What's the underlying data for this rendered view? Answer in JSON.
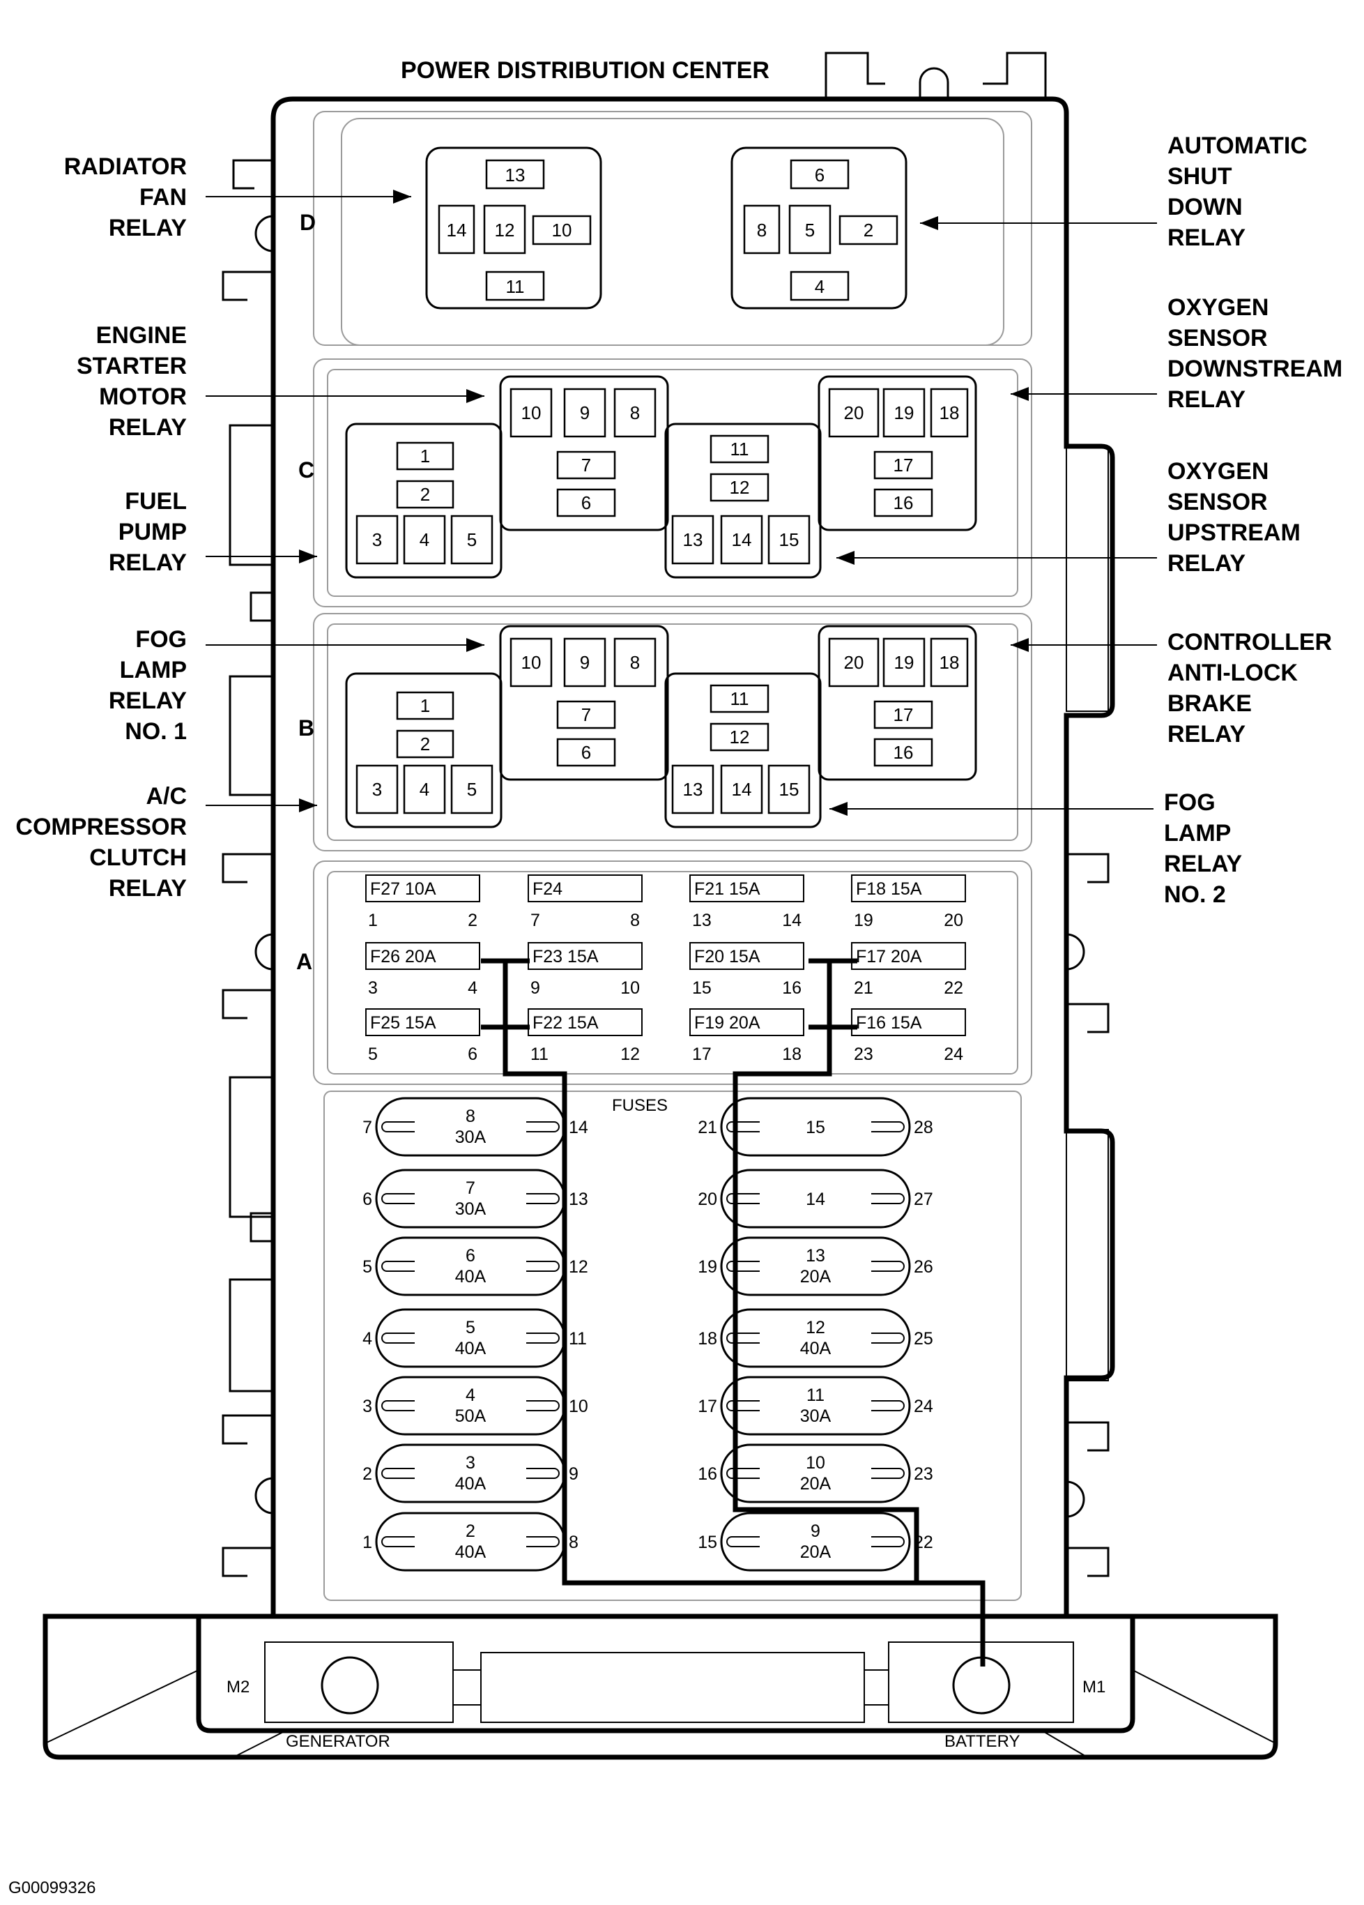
{
  "title": "POWER DISTRIBUTION CENTER",
  "figure_id": "G00099326",
  "sections": {
    "D": "D",
    "C": "C",
    "B": "B",
    "A": "A"
  },
  "relay_labels": {
    "radiator_fan": [
      "RADIATOR",
      "FAN",
      "RELAY"
    ],
    "asd": [
      "AUTOMATIC",
      "SHUT",
      "DOWN",
      "RELAY"
    ],
    "starter": [
      "ENGINE",
      "STARTER",
      "MOTOR",
      "RELAY"
    ],
    "o2_down": [
      "OXYGEN",
      "SENSOR",
      "DOWNSTREAM",
      "RELAY"
    ],
    "fuel_pump": [
      "FUEL",
      "PUMP",
      "RELAY"
    ],
    "o2_up": [
      "OXYGEN",
      "SENSOR",
      "UPSTREAM",
      "RELAY"
    ],
    "fog1": [
      "FOG",
      "LAMP",
      "RELAY",
      "NO. 1"
    ],
    "abs": [
      "CONTROLLER",
      "ANTI-LOCK",
      "BRAKE",
      "RELAY"
    ],
    "ac": [
      "A/C",
      "COMPRESSOR",
      "CLUTCH",
      "RELAY"
    ],
    "fog2": [
      "FOG",
      "LAMP",
      "RELAY",
      "NO. 2"
    ]
  },
  "relay_d_left": {
    "top": "13",
    "left": "14",
    "center": "12",
    "right": "10",
    "bottom": "11"
  },
  "relay_d_right": {
    "top": "6",
    "left": "8",
    "center": "5",
    "right": "2",
    "bottom": "4"
  },
  "relay_cells": {
    "r1": [
      "1",
      "2",
      "3",
      "4",
      "5"
    ],
    "r2": [
      "10",
      "9",
      "8",
      "7",
      "6"
    ],
    "r3": [
      "11",
      "12",
      "13",
      "14",
      "15"
    ],
    "r4": [
      "20",
      "19",
      "18",
      "17",
      "16"
    ]
  },
  "mini_fuses": [
    {
      "label": "F27 10A",
      "left": "1",
      "right": "2"
    },
    {
      "label": "F24",
      "left": "7",
      "right": "8"
    },
    {
      "label": "F21 15A",
      "left": "13",
      "right": "14"
    },
    {
      "label": "F18 15A",
      "left": "19",
      "right": "20"
    },
    {
      "label": "F26 20A",
      "left": "3",
      "right": "4"
    },
    {
      "label": "F23 15A",
      "left": "9",
      "right": "10"
    },
    {
      "label": "F20 15A",
      "left": "15",
      "right": "16"
    },
    {
      "label": "F17 20A",
      "left": "21",
      "right": "22"
    },
    {
      "label": "F25 15A",
      "left": "5",
      "right": "6"
    },
    {
      "label": "F22 15A",
      "left": "11",
      "right": "12"
    },
    {
      "label": "F19 20A",
      "left": "17",
      "right": "18"
    },
    {
      "label": "F16 15A",
      "left": "23",
      "right": "24"
    }
  ],
  "fuses_heading": "FUSES",
  "maxi_left": [
    {
      "num": "8",
      "amp": "30A",
      "l": "7",
      "r": "14"
    },
    {
      "num": "7",
      "amp": "30A",
      "l": "6",
      "r": "13"
    },
    {
      "num": "6",
      "amp": "40A",
      "l": "5",
      "r": "12"
    },
    {
      "num": "5",
      "amp": "40A",
      "l": "4",
      "r": "11"
    },
    {
      "num": "4",
      "amp": "50A",
      "l": "3",
      "r": "10"
    },
    {
      "num": "3",
      "amp": "40A",
      "l": "2",
      "r": "9"
    },
    {
      "num": "2",
      "amp": "40A",
      "l": "1",
      "r": "8"
    }
  ],
  "maxi_right": [
    {
      "num": "15",
      "amp": "",
      "l": "21",
      "r": "28"
    },
    {
      "num": "14",
      "amp": "",
      "l": "20",
      "r": "27"
    },
    {
      "num": "13",
      "amp": "20A",
      "l": "19",
      "r": "26"
    },
    {
      "num": "12",
      "amp": "40A",
      "l": "18",
      "r": "25"
    },
    {
      "num": "11",
      "amp": "30A",
      "l": "17",
      "r": "24"
    },
    {
      "num": "10",
      "amp": "20A",
      "l": "16",
      "r": "23"
    },
    {
      "num": "9",
      "amp": "20A",
      "l": "15",
      "r": "22"
    }
  ],
  "terminals": {
    "m2": "M2",
    "m1": "M1",
    "generator": "GENERATOR",
    "battery": "BATTERY"
  }
}
